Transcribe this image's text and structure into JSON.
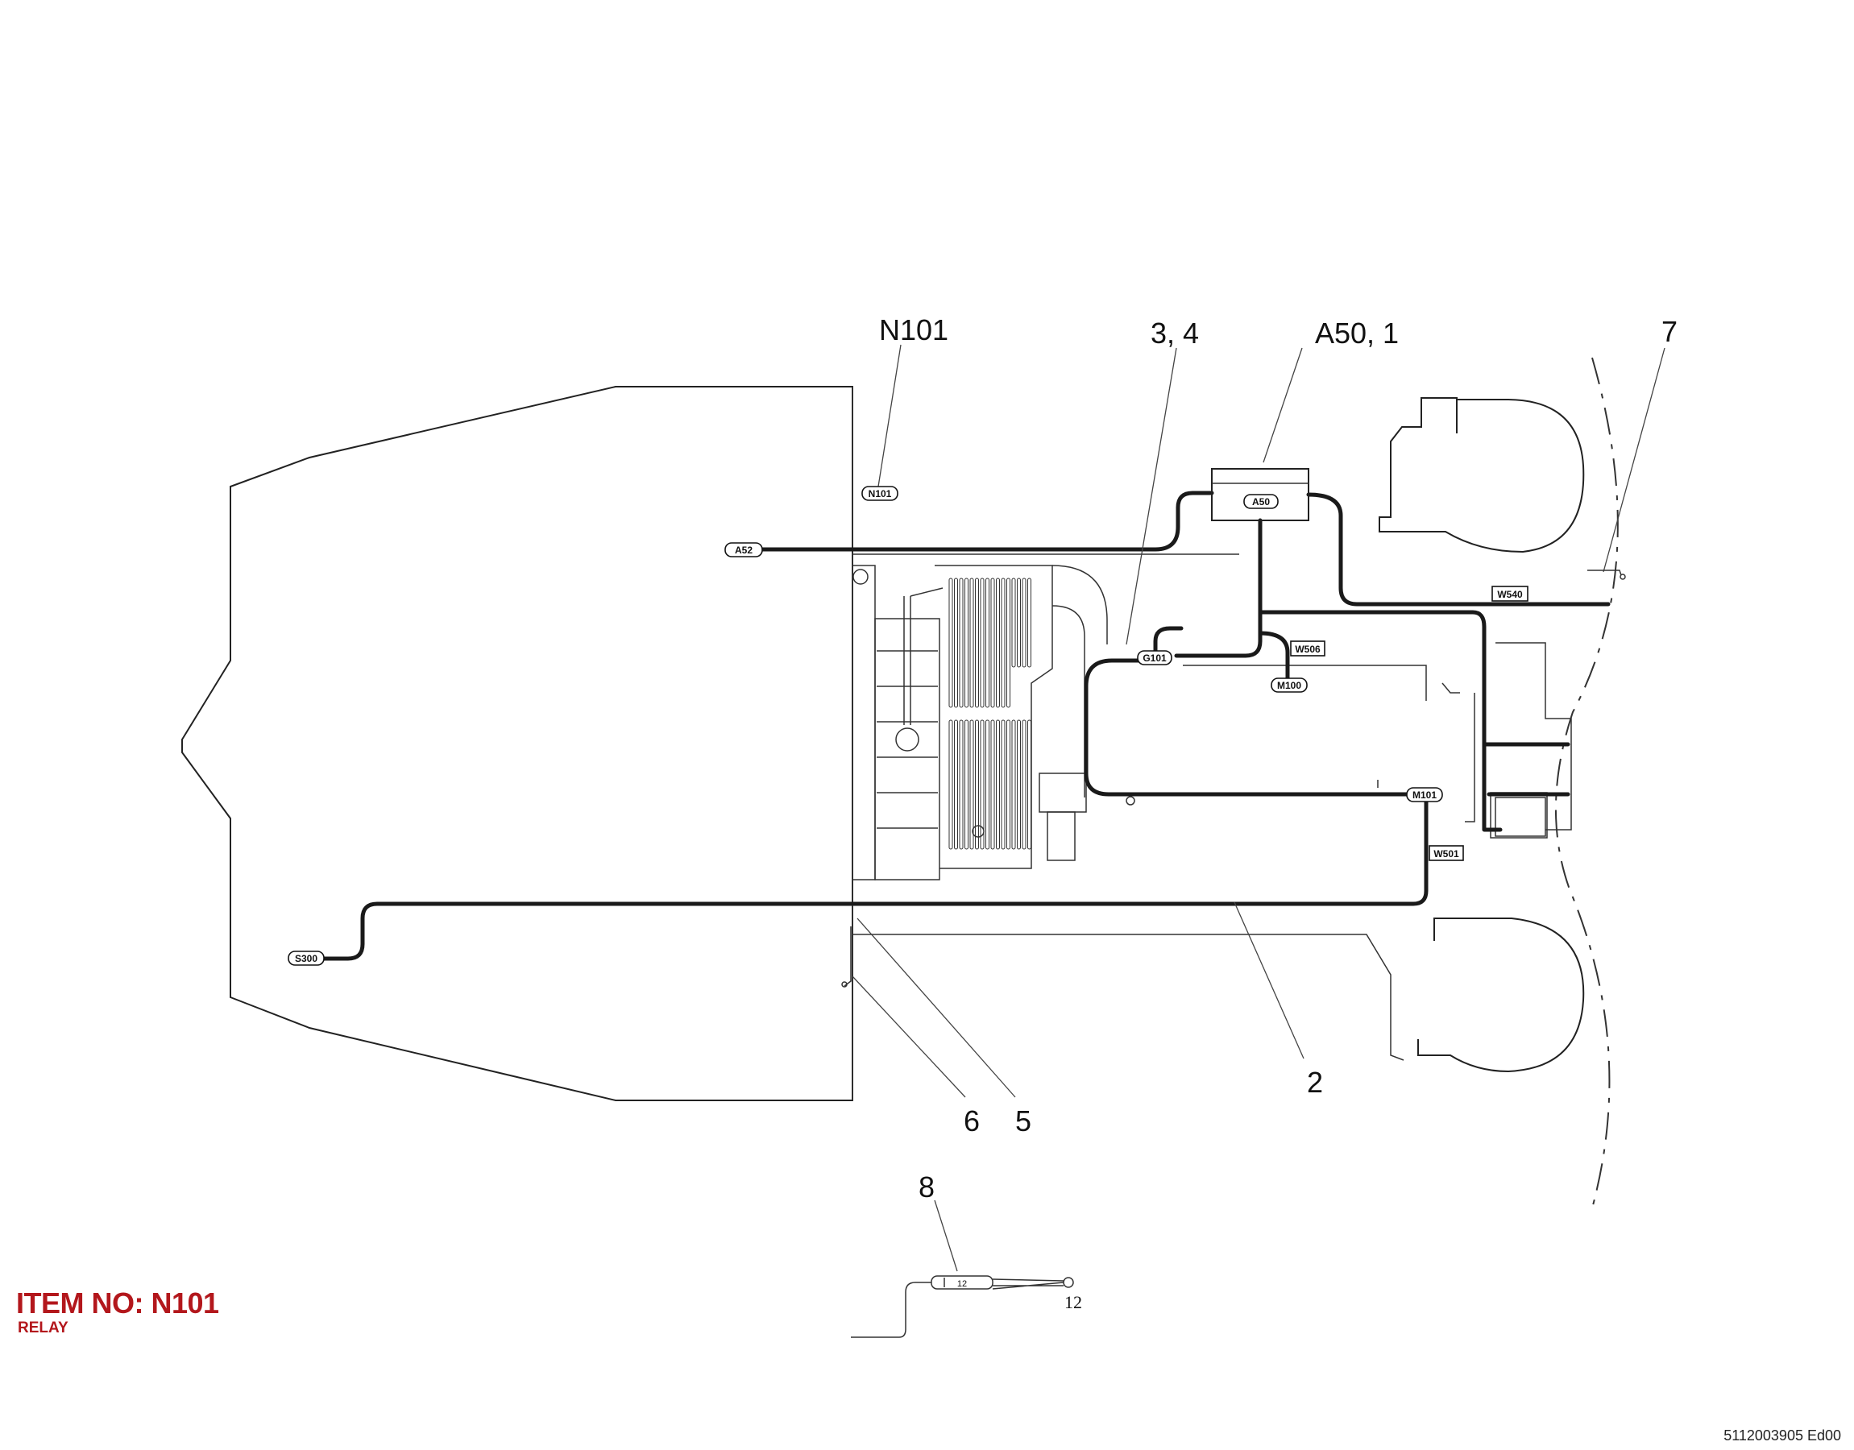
{
  "callouts": {
    "n101": "N101",
    "c34": "3, 4",
    "a50": "A50, 1",
    "c7": "7",
    "c2": "2",
    "c6": "6",
    "c5": "5",
    "c8": "8"
  },
  "tags": {
    "n101": "N101",
    "a52": "A52",
    "a50": "A50",
    "w540": "W540",
    "w506": "W506",
    "g101": "G101",
    "m100": "M100",
    "m101": "M101",
    "w501": "W501",
    "s300": "S300",
    "c12": "12"
  },
  "detail_label": "12",
  "footer": {
    "item_title": "ITEM NO: N101",
    "item_subtitle": "RELAY",
    "doc_code": "5112003905 Ed00"
  },
  "colors": {
    "accent": "#b3171c",
    "line": "#1a1a1a"
  }
}
